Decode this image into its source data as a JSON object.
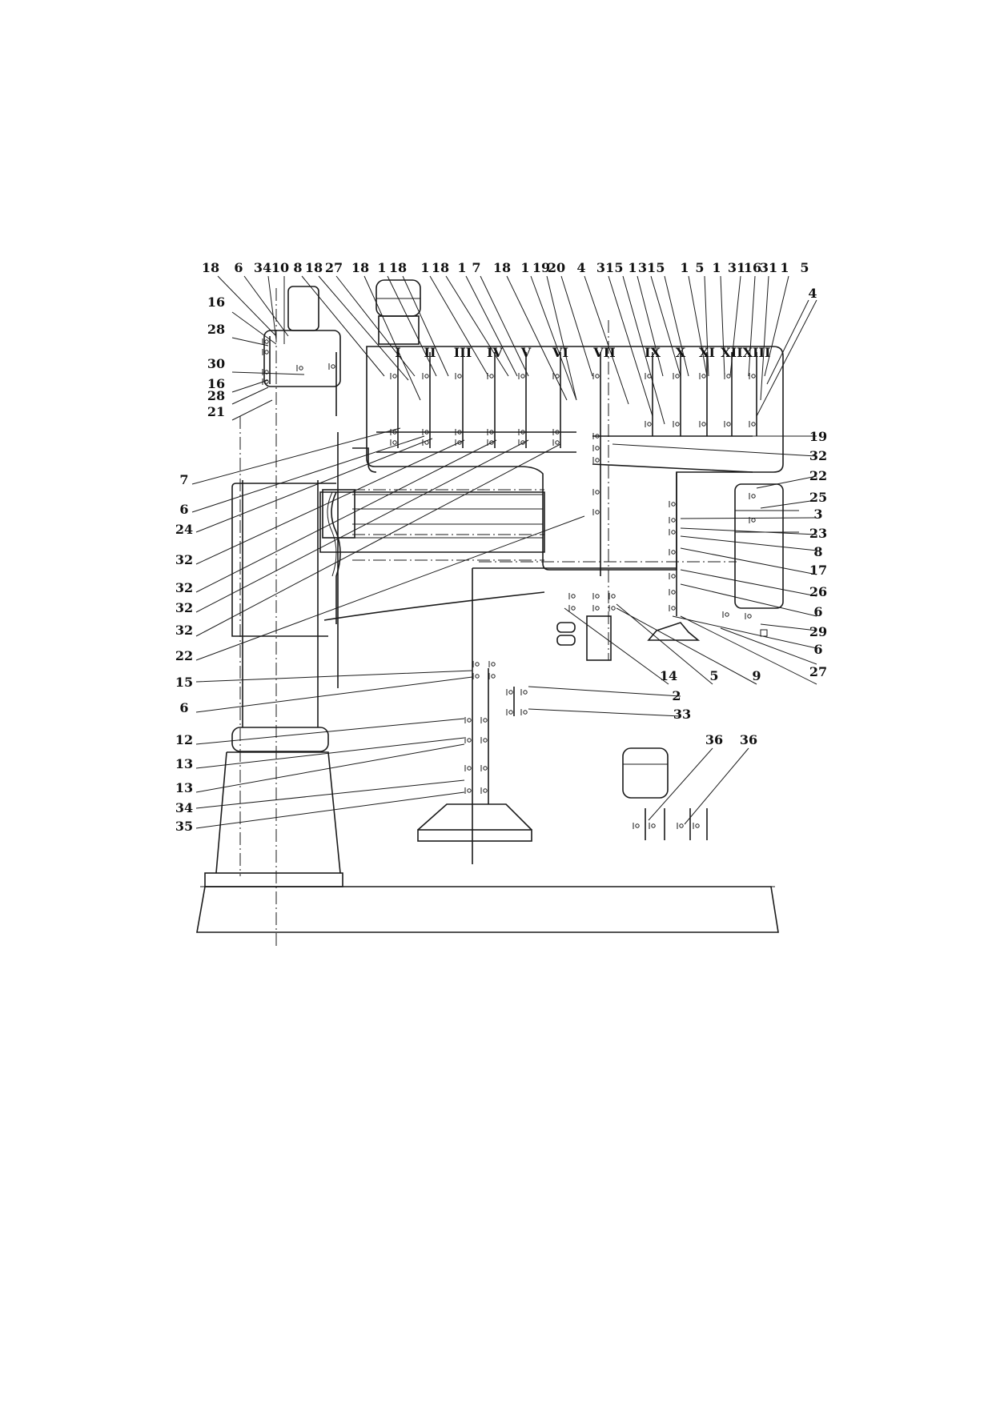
{
  "top_labels": [
    "18",
    "6",
    "34",
    "10",
    "8",
    "18",
    "27",
    "18",
    "1",
    "18",
    "1",
    "18",
    "1",
    "7",
    "18",
    "1",
    "19",
    "20",
    "4",
    "31",
    "5",
    "1",
    "31",
    "5",
    "1",
    "5",
    "1",
    "31",
    "16",
    "31",
    "1",
    "5"
  ],
  "shaft_labels": [
    "I",
    "II",
    "III",
    "IV",
    "V",
    "VI",
    "VII",
    "IX",
    "X",
    "XI",
    "XII",
    "XIII"
  ],
  "left_labels": [
    "16",
    "28",
    "30",
    "16",
    "28",
    "21",
    "7",
    "6",
    "24",
    "32",
    "32",
    "32",
    "32",
    "22",
    "15",
    "6",
    "12",
    "13",
    "13",
    "34",
    "35"
  ],
  "right_labels": [
    "4",
    "19",
    "32",
    "22",
    "25",
    "3",
    "23",
    "8",
    "17",
    "26",
    "6",
    "29",
    "6",
    "27",
    "9",
    "5",
    "14",
    "2",
    "33",
    "36",
    "36"
  ]
}
